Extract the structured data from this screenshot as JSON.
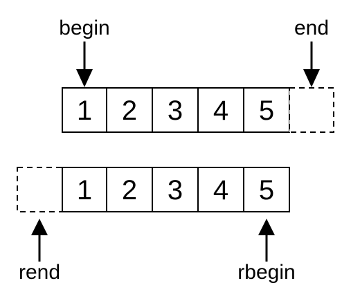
{
  "labels": {
    "begin": "begin",
    "end": "end",
    "rend": "rend",
    "rbegin": "rbegin"
  },
  "forward_row": [
    "1",
    "2",
    "3",
    "4",
    "5"
  ],
  "reverse_row": [
    "1",
    "2",
    "3",
    "4",
    "5"
  ]
}
